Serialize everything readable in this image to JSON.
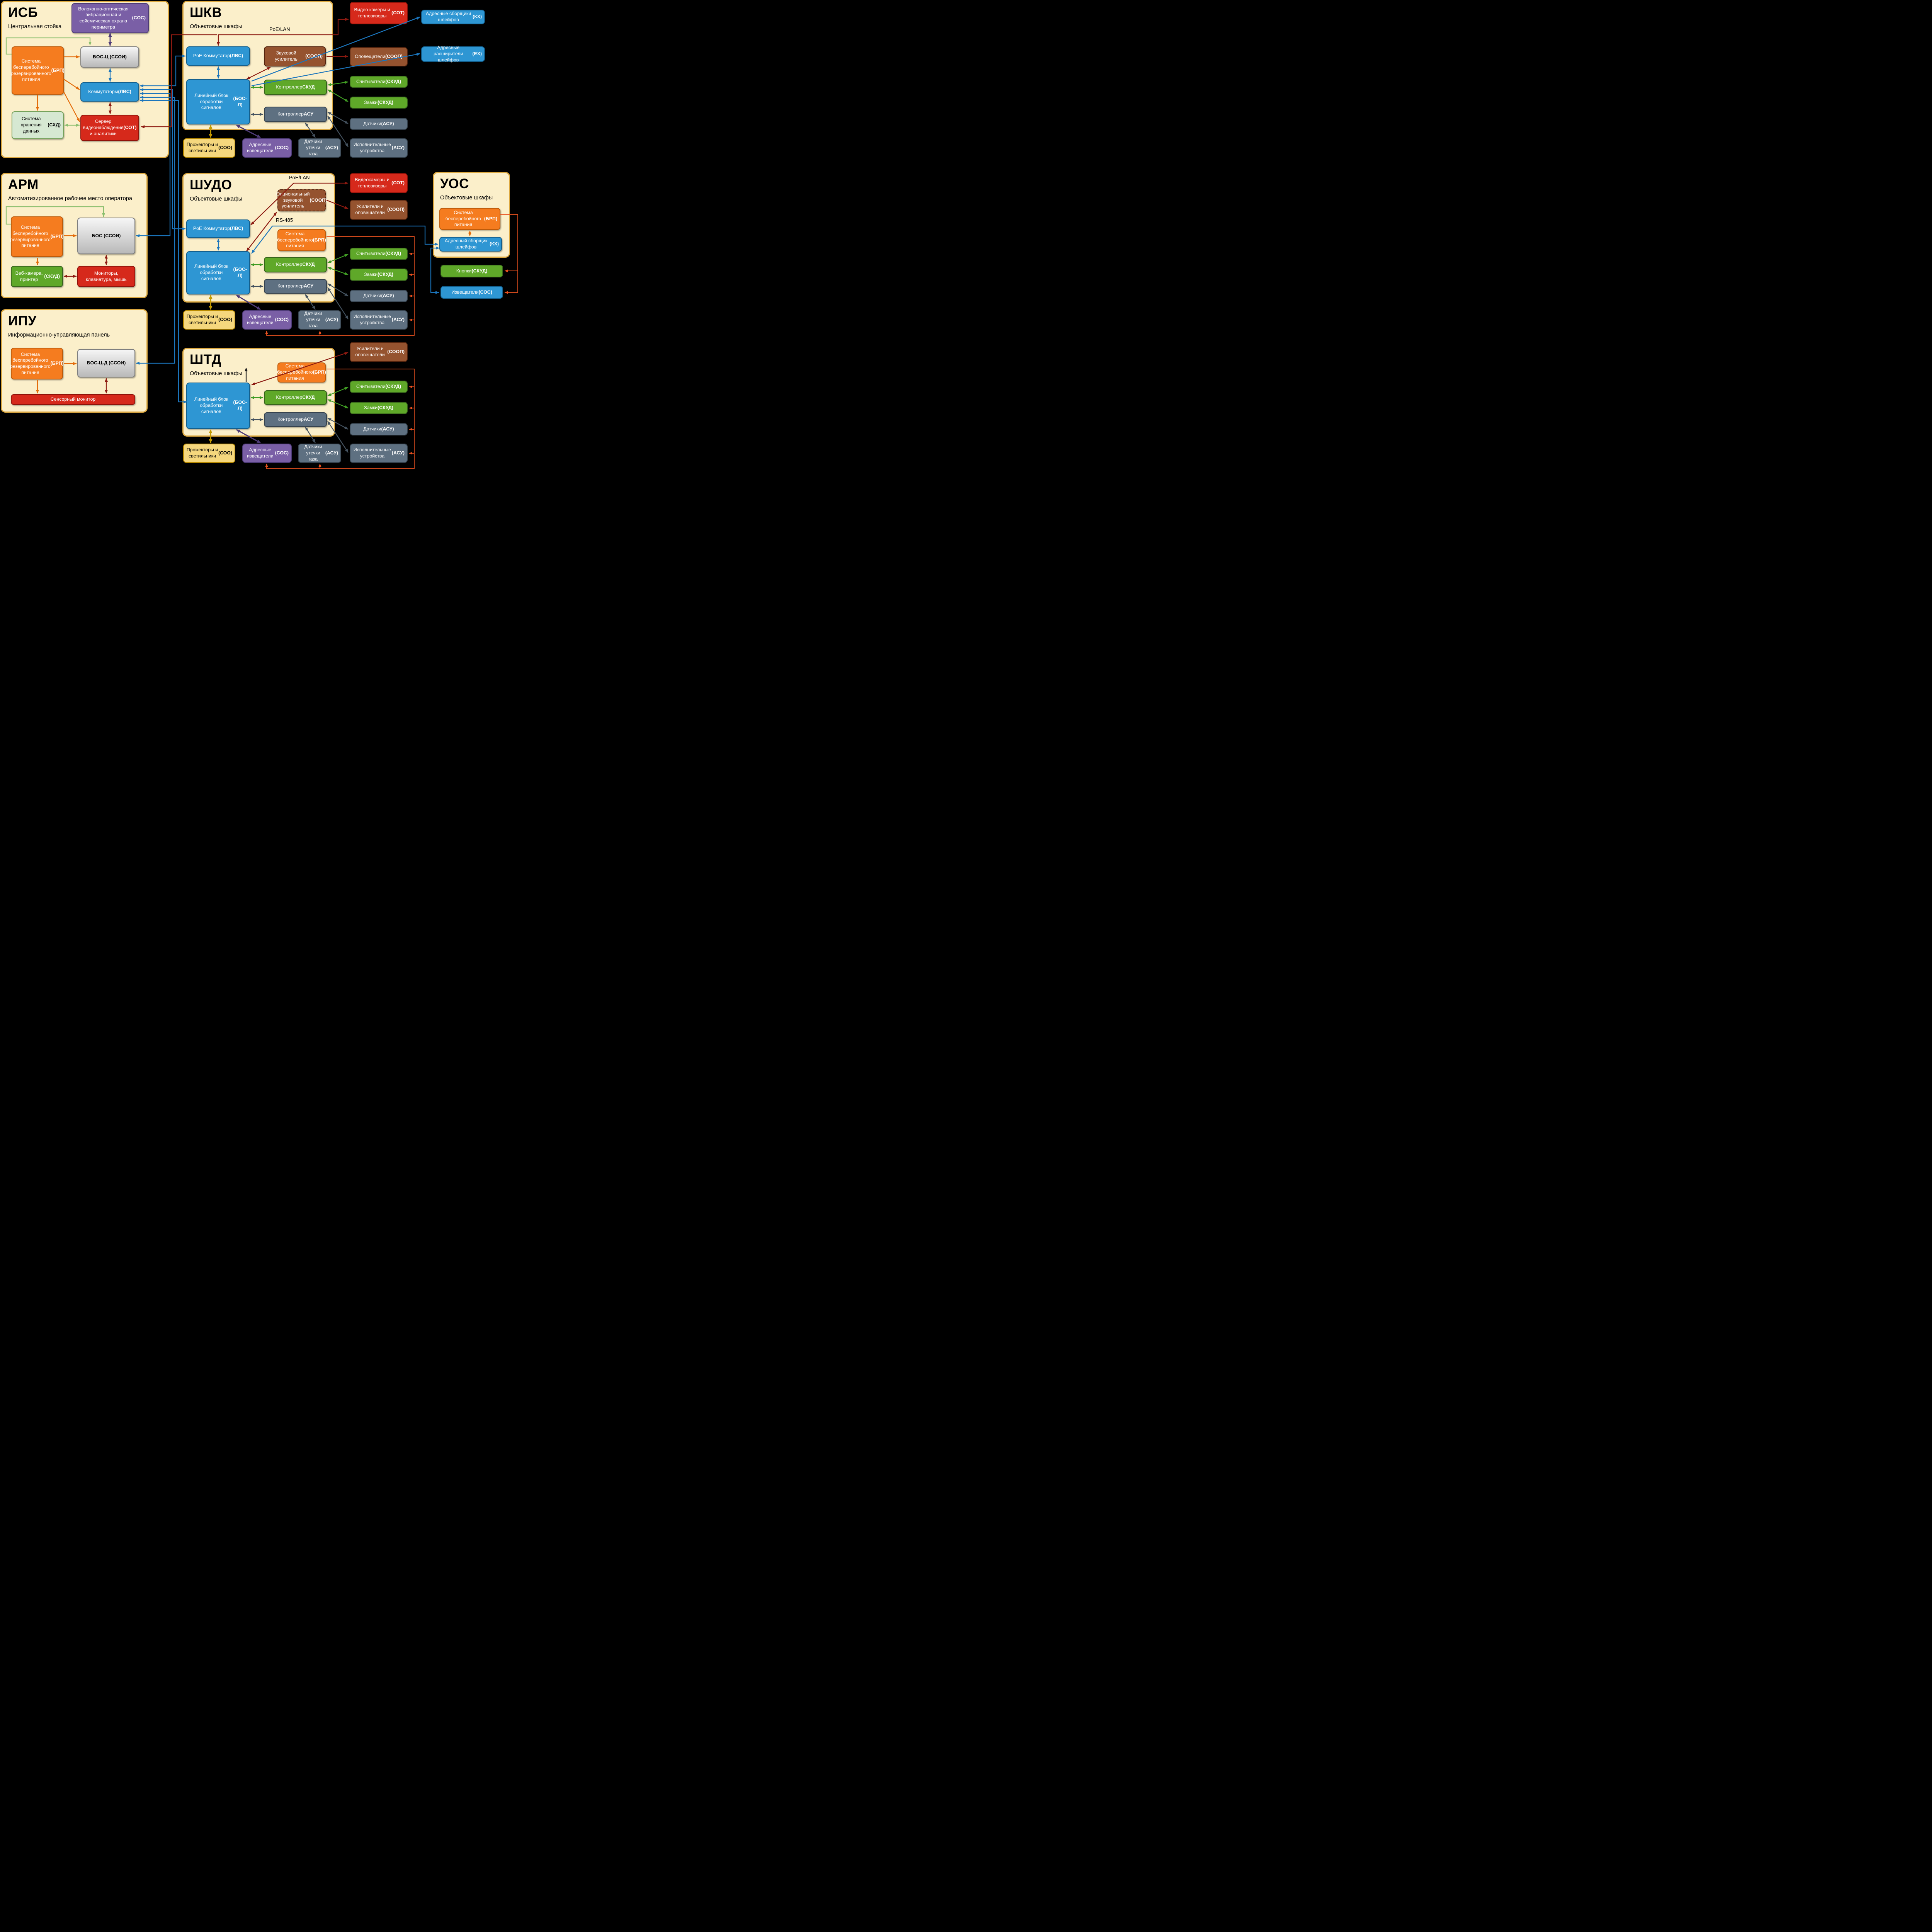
{
  "colors": {
    "background": "#000000",
    "panel_bg": "#FBEFCA",
    "panel_border": "#DCA840",
    "orange": "#F57C1F",
    "blue": "#2E96D3",
    "red": "#D6291B",
    "green": "#5FA829",
    "brown": "#95532F",
    "slate": "#5E7081",
    "purple": "#7A5FA6",
    "tan": "#F5D77D",
    "light_green": "#D6E8D2",
    "gray": "#CFCFCF"
  },
  "panels": {
    "isb": {
      "title": "ИСБ",
      "subtitle": "Центральная стойка"
    },
    "shkv": {
      "title": "ШКВ",
      "subtitle": "Объектовые шкафы"
    },
    "arm": {
      "title": "АРМ",
      "subtitle": "Автоматизированное рабочее место оператора"
    },
    "shudo": {
      "title": "ШУДО",
      "subtitle": "Объектовые шкафы"
    },
    "uos": {
      "title": "УОС",
      "subtitle": "Объектовые шкафы"
    },
    "ipu": {
      "title": "ИПУ",
      "subtitle": "Информационно-управляющая панель"
    },
    "shtd": {
      "title": "ШТД",
      "subtitle": "Объектовые шкафы"
    }
  },
  "line_labels": {
    "poe_lan_shkv": "PoE/LAN",
    "poe_lan_shudo": "PoE/LAN",
    "rs485": "RS-485"
  },
  "nodes": {
    "isb_sos": "Волоконно-оптическая вибрационная и сейсмическая охрана периметра **(СОС)**",
    "isb_brp": "Система бесперебойного резервированного питания **(БРП)**",
    "isb_bosc": "**БОС-Ц (ССОИ)**",
    "isb_lvs": "Коммутаторы **(ЛВС)**",
    "isb_shd": "Система хранения данных **(СХД)**",
    "isb_sot": "Сервер видеонаблюдения и аналитики **(СОТ)**",
    "shkv_poe": "PoE Коммутатор **(ЛВС)**",
    "shkv_amp": "Звуковой усилитель **(СООП)**",
    "shkv_bosl": "Линейный блок обработки сигналов **(БОС-Л)**",
    "shkv_skud": "Контроллер **СКУД**",
    "shkv_asu": "Контроллер **АСУ**",
    "shkv_cams": "Видео камеры и тепловизоры **(СОТ)**",
    "kx_top": "Адресные сборщики шлейфов **(КХ)**",
    "shkv_opov": "Оповещатели **(СООП)**",
    "ex_top": "Адресные расширители шлейфов **(ЕХ)**",
    "shkv_readers": "Считыватели **(СКУД)**",
    "shkv_locks": "Замки **(СКУД)**",
    "shkv_sensors": "Датчики **(АСУ)**",
    "shkv_exec": "Исполнительные устройства **(АСУ)**",
    "shkv_proj": "Прожекторы и светильники **(СОО)**",
    "shkv_aizv": "Адресные извещатели **(СОС)**",
    "shkv_gas": "Датчики утечки газа **(АСУ)**",
    "arm_brp": "Система бесперебойного резервированного питания **(БРП)**",
    "arm_bos": "**БОС (ССОИ)**",
    "arm_webcam": "Веб-камера, принтер **(СКУД)**",
    "arm_monitors": "Мониторы, клавиатура, мышь",
    "shudo_poe": "PoE Коммутатор **(ЛВС)**",
    "shudo_optamp": "Опциональный звуковой усилитель **(СООП)**",
    "shudo_brp": "Система бесперебойного питания **(БРП)**",
    "shudo_bosl": "Линейный блок обработки сигналов **(БОС-Л)**",
    "shudo_skud": "Контроллер **СКУД**",
    "shudo_asu": "Контроллер **АСУ**",
    "shudo_cams": "Видеокамеры и тепловизоры **(СОТ)**",
    "shudo_amps": "Усилители и оповещатели **(СООП)**",
    "shudo_readers": "Считыватели **(СКУД)**",
    "shudo_locks": "Замки **(СКУД)**",
    "shudo_sensors": "Датчики **(АСУ)**",
    "shudo_exec": "Исполнительные устройства **(АСУ)**",
    "shudo_proj": "Прожекторы и светильники **(СОО)**",
    "shudo_aizv": "Адресные извещатели **(СОС)**",
    "shudo_gas": "Датчики утечки газа **(АСУ)**",
    "uos_brp": "Система бесперебойного питания **(БРП)**",
    "uos_kx": "Адресный сборщик шлейфов **(КХ)**",
    "uos_buttons": "Кнопки **(СКУД)**",
    "uos_izv": "Извещатели **(СОС)**",
    "ipu_brp": "Система бесперебойного резервированного питания **(БРП)**",
    "ipu_boscd": "**БОС-Ц-Д (ССОИ)**",
    "ipu_touch": "Сенсорный монитор",
    "shtd_bosl": "Линейный блок обработки сигналов **(БОС-Л)**",
    "shtd_brp": "Система бесперебойного питания **(БРП)**",
    "shtd_skud": "Контроллер **СКУД**",
    "shtd_asu": "Контроллер **АСУ**",
    "shtd_amps": "Усилители и оповещатели **(СООП)**",
    "shtd_readers": "Считыватели **(СКУД)**",
    "shtd_locks": "Замки **(СКУД)**",
    "shtd_sensors": "Датчики **(АСУ)**",
    "shtd_exec": "Исполнительные устройства **(АСУ)**",
    "shtd_proj": "Прожекторы и светильники **(СОО)**",
    "shtd_aizv": "Адресные извещатели **(СОС)**",
    "shtd_gas": "Датчики утечки газа **(АСУ)**"
  }
}
